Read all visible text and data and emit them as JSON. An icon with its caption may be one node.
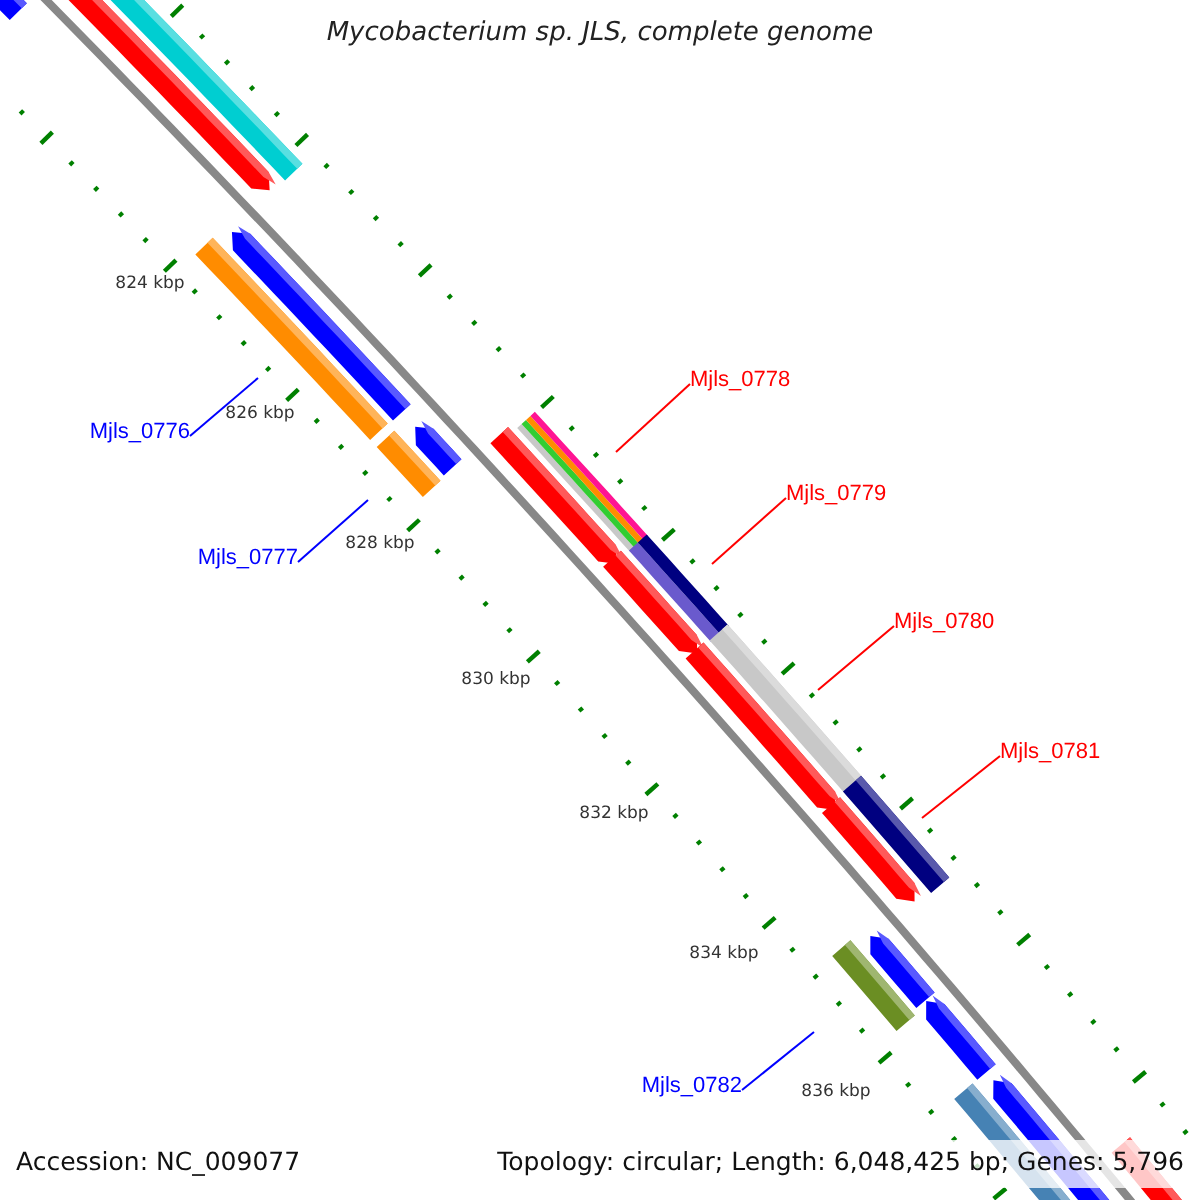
{
  "diagram": {
    "title": "Mycobacterium sp. JLS, complete genome",
    "nodes": [
      {
        "text": [
          "Mjls_0776"
        ]
      },
      {
        "text": [],
        "shape": "bar"
      },
      {
        "text": [
          "Mjls_0777"
        ]
      },
      {
        "text": [],
        "shape": "bar"
      },
      {
        "text": [
          "Mjls_0778"
        ]
      },
      {
        "text": [],
        "shape": "bar"
      },
      {
        "text": [
          "Mjls_0779"
        ]
      },
      {
        "text": [],
        "shape": "bar"
      },
      {
        "text": [
          "Mjls_0780"
        ]
      },
      {
        "text": [],
        "shape": "bar"
      },
      {
        "text": [
          "Mjls_0781"
        ]
      },
      {
        "text": [],
        "shape": "bar"
      },
      {
        "text": [
          "Mjls_0782"
        ]
      },
      {
        "text": [],
        "shape": "bar"
      }
    ],
    "edges": [
      {
        "from": 0,
        "to": 1,
        "arrow": "none",
        "color": "#0000ff"
      },
      {
        "from": 2,
        "to": 3,
        "arrow": "none",
        "color": "#0000ff"
      },
      {
        "from": 4,
        "to": 5,
        "arrow": "none",
        "color": "#ff0000"
      },
      {
        "from": 6,
        "to": 7,
        "arrow": "none",
        "color": "#ff0000"
      },
      {
        "from": 8,
        "to": 9,
        "arrow": "none",
        "color": "#ff0000"
      },
      {
        "from": 10,
        "to": 11,
        "arrow": "none",
        "color": "#ff0000"
      },
      {
        "from": 12,
        "to": 13,
        "arrow": "none",
        "color": "#0000ff"
      }
    ],
    "labels": [
      "824 kbp",
      "826 kbp",
      "828 kbp",
      "830 kbp",
      "832 kbp",
      "834 kbp",
      "836 kbp",
      "Accession: NC_009077",
      "Topology: circular; Length: 6,048,425 bp; Genes: 5,796"
    ]
  }
}
